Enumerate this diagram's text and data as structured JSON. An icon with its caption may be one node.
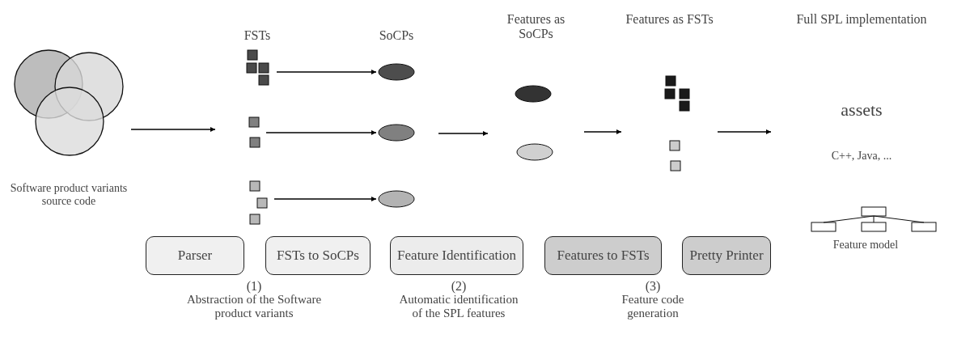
{
  "diagram": {
    "nodes": [
      {
        "text": [],
        "shape": "picture",
        "beside": [
          "Software product variants source code"
        ]
      },
      {
        "text": [
          "FSTs"
        ]
      },
      {
        "text": [],
        "shape": "box",
        "in": 1
      },
      {
        "text": [],
        "shape": "box",
        "in": 1
      },
      {
        "text": [],
        "shape": "box",
        "in": 1
      },
      {
        "text": [
          "SoCPs"
        ]
      },
      {
        "text": [],
        "shape": "ellipse",
        "in": 5
      },
      {
        "text": [],
        "shape": "ellipse",
        "in": 5
      },
      {
        "text": [],
        "shape": "ellipse",
        "in": 5
      },
      {
        "text": [
          "Features as SoCPs"
        ]
      },
      {
        "text": [],
        "shape": "ellipse",
        "in": 9
      },
      {
        "text": [],
        "shape": "ellipse",
        "in": 9
      },
      {
        "text": [
          "Features as FSTs"
        ]
      },
      {
        "text": [],
        "shape": "box",
        "in": 12
      },
      {
        "text": [],
        "shape": "box",
        "in": 12
      },
      {
        "text": [
          "Full SPL implementation",
          "assets",
          "C++, Java, ..."
        ]
      },
      {
        "text": [],
        "shape": "picture",
        "beside": [
          "Feature model"
        ],
        "in": 15
      },
      {
        "text": [
          "Parser"
        ]
      },
      {
        "text": [
          "FSTs to SoCPs"
        ]
      },
      {
        "text": [
          "Feature Identification"
        ]
      },
      {
        "text": [
          "Features to FSTs"
        ]
      },
      {
        "text": [
          "Pretty Printer"
        ]
      }
    ],
    "edges": [
      {
        "from": 0,
        "to": 1,
        "arrow": "to"
      },
      {
        "from": 2,
        "to": 6,
        "arrow": "to"
      },
      {
        "from": 3,
        "to": 7,
        "arrow": "to"
      },
      {
        "from": 4,
        "to": 8,
        "arrow": "to"
      },
      {
        "from": 5,
        "to": 9,
        "arrow": "to"
      },
      {
        "from": 9,
        "to": 12,
        "arrow": "to"
      },
      {
        "from": 12,
        "to": 15,
        "arrow": "to"
      }
    ],
    "labels": [
      "(1)",
      "Abstraction of the Software product variants",
      "(2)",
      "Automatic identification of the SPL features",
      "(3)",
      "Feature code generation"
    ]
  }
}
